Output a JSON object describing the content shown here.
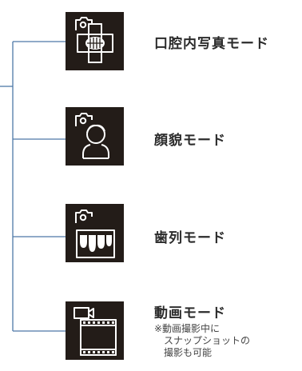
{
  "modes": [
    {
      "label": "口腔内写真モード",
      "icon": "camera-intraoral-icon"
    },
    {
      "label": "顔貌モード",
      "icon": "camera-face-icon"
    },
    {
      "label": "歯列モード",
      "icon": "camera-teeth-icon"
    },
    {
      "label": "動画モード",
      "icon": "video-filmstrip-icon",
      "note": [
        "※動画撮影中に",
        "スナップショットの",
        "撮影も可能"
      ]
    }
  ],
  "colors": {
    "tile_background": "#231c18",
    "connector_line": "#4d78a8",
    "icon_stroke": "#ffffff"
  }
}
